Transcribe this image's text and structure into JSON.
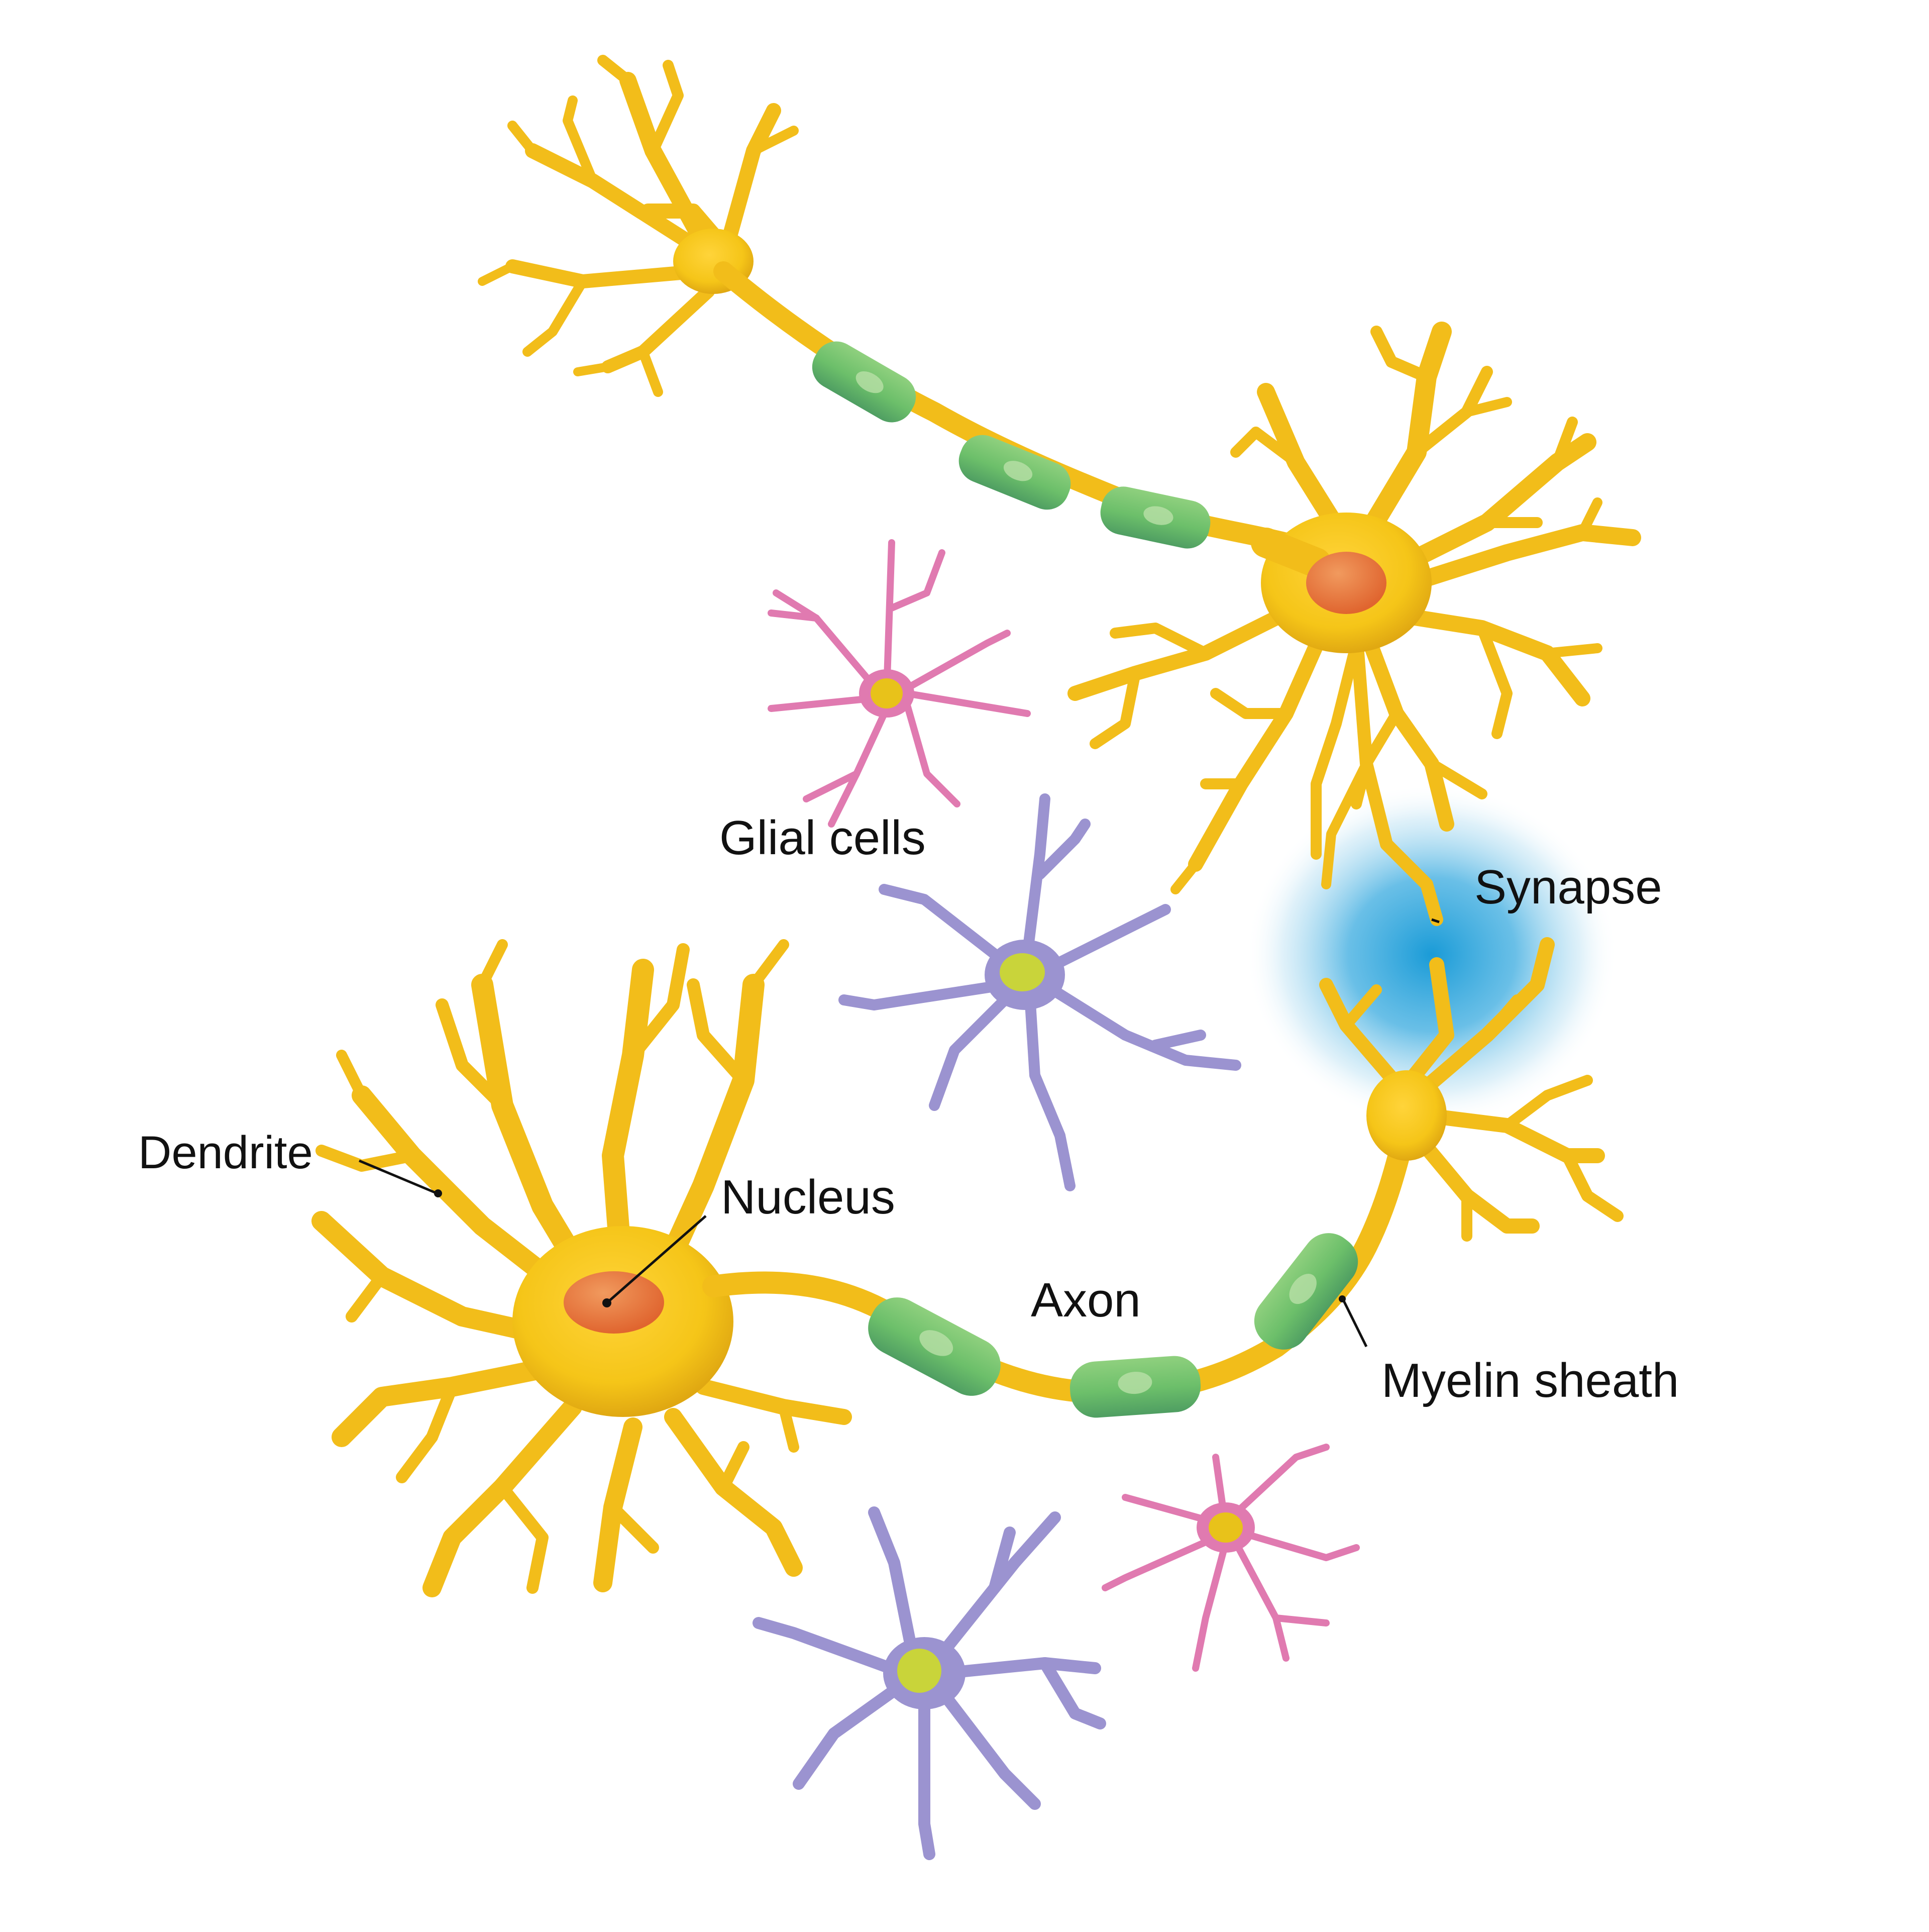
{
  "diagram": {
    "type": "neuron-anatomy-illustration",
    "background": "#ffffff",
    "labels": {
      "glial_cells": "Glial cells",
      "synapse": "Synapse",
      "dendrite": "Dendrite",
      "nucleus": "Nucleus",
      "axon": "Axon",
      "myelin_sheath": "Myelin sheath"
    },
    "colors": {
      "neuron_body": "#f5c518",
      "neuron_shade": "#d99a10",
      "nucleus": "#e8743a",
      "myelin": "#6cbf6a",
      "myelin_dark": "#4f9e62",
      "myelin_highlight": "#b9e0a8",
      "synapse_glow": "#1a9bd7",
      "glial_pink": "#e07ab0",
      "glial_purple": "#9b93d0",
      "glial_nucleus_yellow": "#e8c21a",
      "glial_nucleus_green": "#c9d43a"
    },
    "components": [
      {
        "name": "upper neuron",
        "parts": [
          "dendrites (top-left)",
          "myelinated axon (3 sheath segments)",
          "cell body with nucleus (right)"
        ]
      },
      {
        "name": "lower neuron",
        "parts": [
          "dendrites",
          "cell body with nucleus (left)",
          "myelinated axon (3 sheath segments)",
          "axon terminal (right)"
        ]
      },
      {
        "name": "synapse",
        "parts": [
          "blue glow where upper dendrite meets lower terminal"
        ]
      },
      {
        "name": "glial cells",
        "count": 4,
        "colors": [
          "pink",
          "purple",
          "pink",
          "purple"
        ]
      }
    ]
  }
}
